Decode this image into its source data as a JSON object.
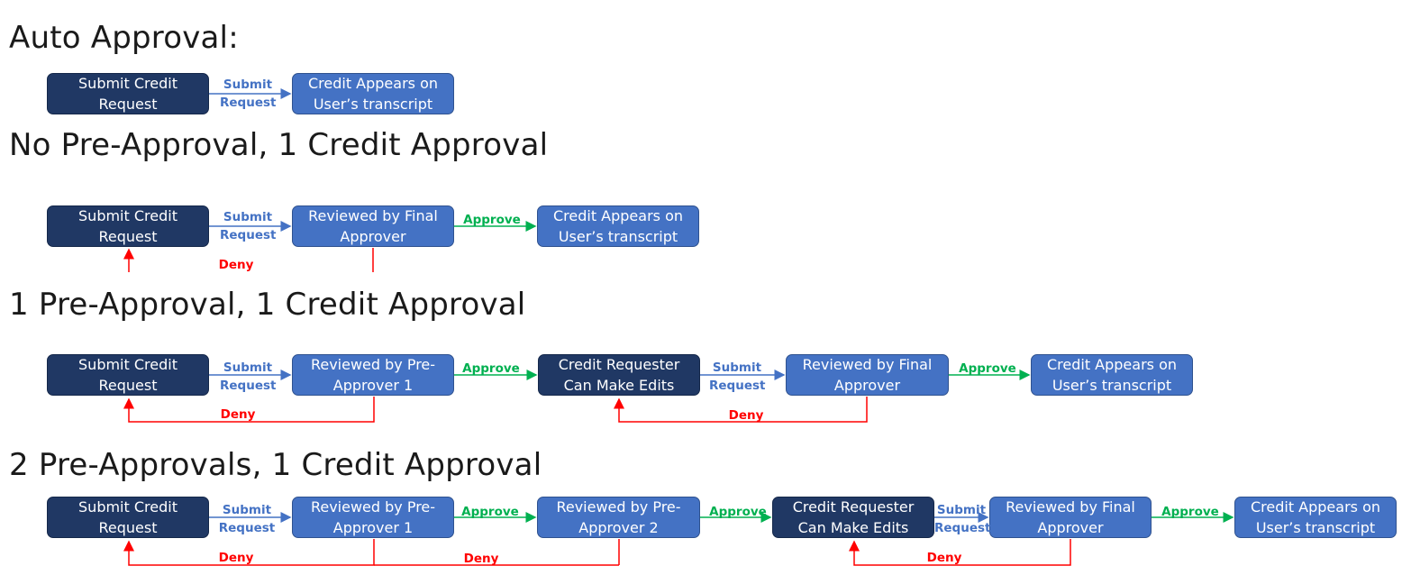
{
  "sections": [
    {
      "title": "Auto Approval:",
      "boxes": [
        "Submit Credit Request",
        "Credit Appears on User’s transcript"
      ],
      "labels": [
        "Submit Request"
      ]
    },
    {
      "title": "No Pre-Approval, 1 Credit Approval",
      "boxes": [
        "Submit Credit Request",
        "Reviewed by Final Approver",
        "Credit Appears on User’s transcript"
      ],
      "labels": [
        "Submit Request",
        "Approve",
        "Deny"
      ]
    },
    {
      "title": "1 Pre-Approval, 1 Credit Approval",
      "boxes": [
        "Submit Credit Request",
        "Reviewed by Pre-Approver 1",
        "Credit Requester Can Make Edits",
        "Reviewed by Final Approver",
        "Credit Appears on User’s transcript"
      ],
      "labels": [
        "Submit Request",
        "Approve",
        "Submit Request",
        "Approve",
        "Deny",
        "Deny"
      ]
    },
    {
      "title": "2 Pre-Approvals, 1 Credit Approval",
      "boxes": [
        "Submit Credit Request",
        "Reviewed by Pre-Approver 1",
        "Reviewed by Pre-Approver 2",
        "Credit Requester Can Make Edits",
        "Reviewed by Final Approver",
        "Credit Appears on User’s transcript"
      ],
      "labels": [
        "Submit Request",
        "Approve",
        "Approve",
        "Submit Request",
        "Approve",
        "Deny",
        "Deny",
        "Deny"
      ]
    }
  ],
  "colors": {
    "dark_box": "#203864",
    "light_box": "#4472c4",
    "submit": "#4472c4",
    "approve": "#00b050",
    "deny": "#ff0000"
  }
}
